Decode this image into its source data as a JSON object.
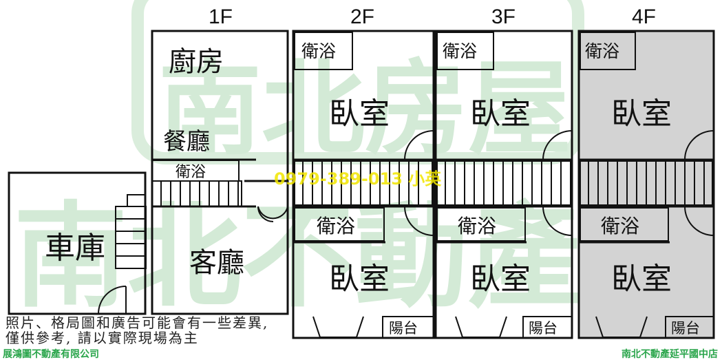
{
  "watermark": {
    "top_row": "南北房屋",
    "bottom_row": "南北不動產"
  },
  "floors": [
    {
      "label": "1F"
    },
    {
      "label": "2F"
    },
    {
      "label": "3F"
    },
    {
      "label": "4F"
    }
  ],
  "rooms": {
    "garage": "車庫",
    "kitchen": "廚房",
    "dining": "餐廳",
    "living": "客廳",
    "bathroom": "衛浴",
    "bedroom": "臥室",
    "balcony": "陽台"
  },
  "contact": "0979-389-013  小英",
  "disclaimer": {
    "line1": "照片、格局圖和廣告可能會有一些差異,",
    "line2": "僅供參考, 請以實際現場為主"
  },
  "footer": {
    "left": "展鴻圖不動產有限公司",
    "right": "南北不動產延平國中店"
  },
  "colors": {
    "watermark": "#cfe8d2",
    "contact": "#f2e600",
    "footer": "#2aa54b",
    "floor4_fill": "#d3d3d3"
  }
}
